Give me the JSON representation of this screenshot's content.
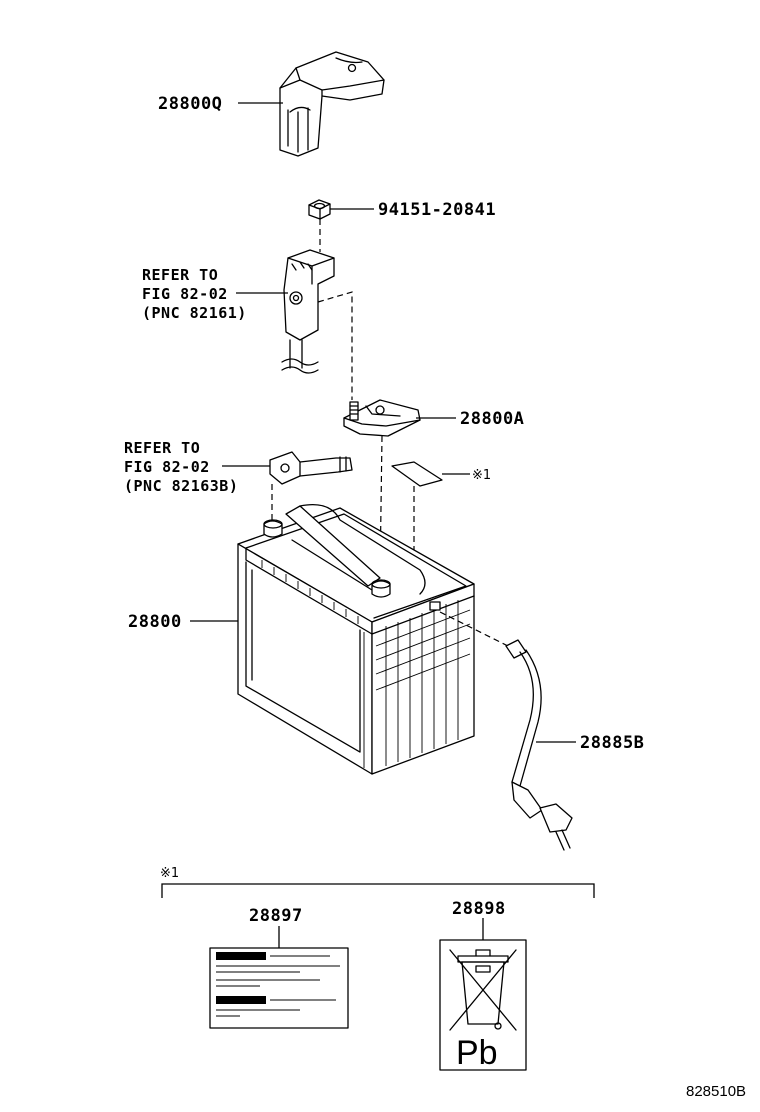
{
  "callouts": {
    "cover_terminal": "28800Q",
    "nut": "94151-20841",
    "bracket": "28800A",
    "battery": "28800",
    "vent_hose": "28885B",
    "label_caution": "28897",
    "label_recycle": "28898"
  },
  "references": {
    "positive_cable": [
      "REFER TO",
      "FIG 82-02",
      "(PNC 82161)"
    ],
    "negative_cable": [
      "REFER TO",
      "FIG 82-02",
      "(PNC 82163B)"
    ]
  },
  "note_marker": "※1",
  "recycle_label_text": "Pb",
  "diagram_id": "828510B"
}
